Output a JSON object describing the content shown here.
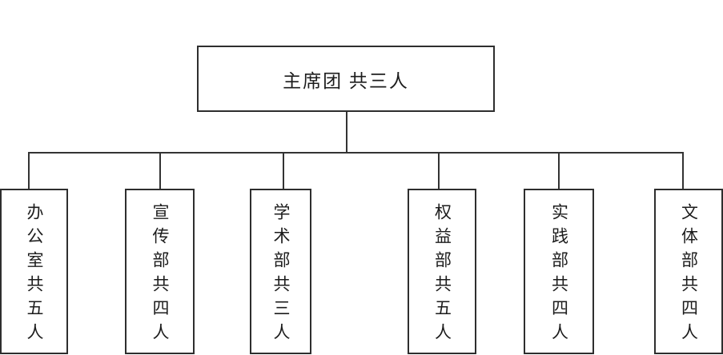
{
  "diagram": {
    "type": "org-chart",
    "colors": {
      "background": "#ffffff",
      "line": "#333333",
      "border": "#2e2e2e",
      "text": "#1c1c1c"
    },
    "root": {
      "label": "主席团 共三人"
    },
    "departments": [
      {
        "label": "办公室共五人"
      },
      {
        "label": "宣传部共四人"
      },
      {
        "label": "学术部共三人"
      },
      {
        "label": "权益部共五人"
      },
      {
        "label": "实践部共四人"
      },
      {
        "label": "文体部共四人"
      }
    ]
  }
}
